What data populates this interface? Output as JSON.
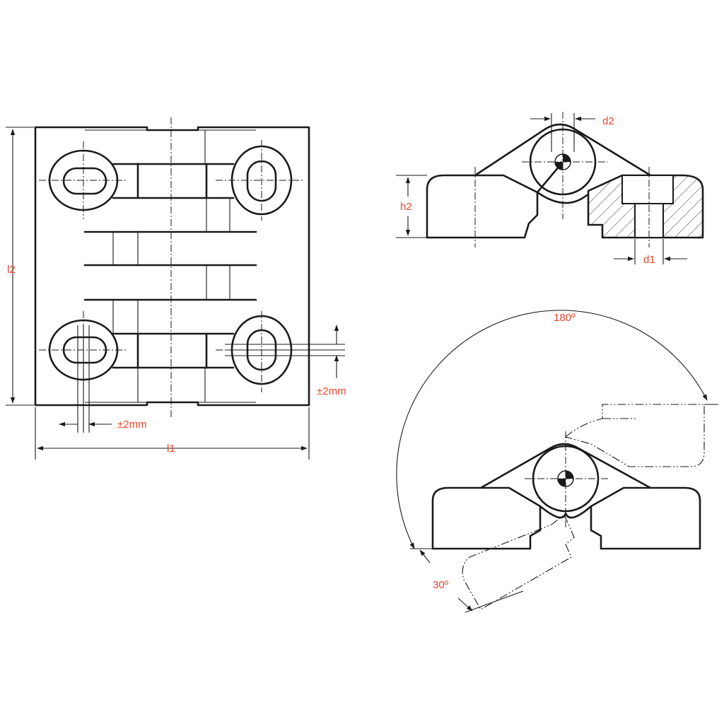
{
  "labels": {
    "d2": "d2",
    "h2": "h2",
    "d1": "d1",
    "l2": "l2",
    "l1": "l1",
    "tol_h": "±2mm",
    "tol_v": "±2mm",
    "angle_open": "180º",
    "angle_back": "30º"
  },
  "colors": {
    "label": "#e8452c",
    "line": "#1a1a1a"
  }
}
